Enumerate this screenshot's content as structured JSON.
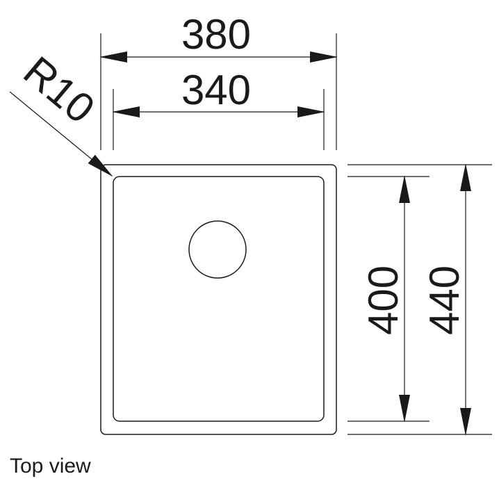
{
  "dimensions": {
    "outer_width": "380",
    "inner_width": "340",
    "corner_radius": "R10",
    "inner_depth": "400",
    "outer_depth": "440"
  },
  "caption": "Top view",
  "colors": {
    "ink": "#1a1a1a",
    "background": "#ffffff"
  }
}
